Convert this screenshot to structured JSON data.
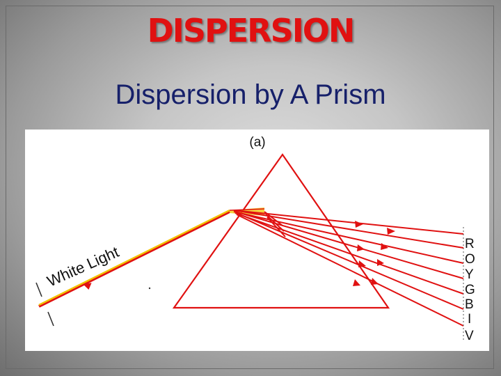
{
  "slide": {
    "title": "DISPERSION",
    "subtitle": "Dispersion by A Prism"
  },
  "figure": {
    "panel_label": "(a)",
    "incoming_label": "White Light",
    "spectrum_letters": [
      "R",
      "O",
      "Y",
      "G",
      "B",
      "I",
      "V"
    ]
  },
  "colors": {
    "title": "#e01111",
    "subtitle": "#16206a",
    "ray_red": "#e01111",
    "ray_yellow": "#f2c200",
    "background_light": "#dcdcdc",
    "background_dark": "#6e6e6e"
  }
}
